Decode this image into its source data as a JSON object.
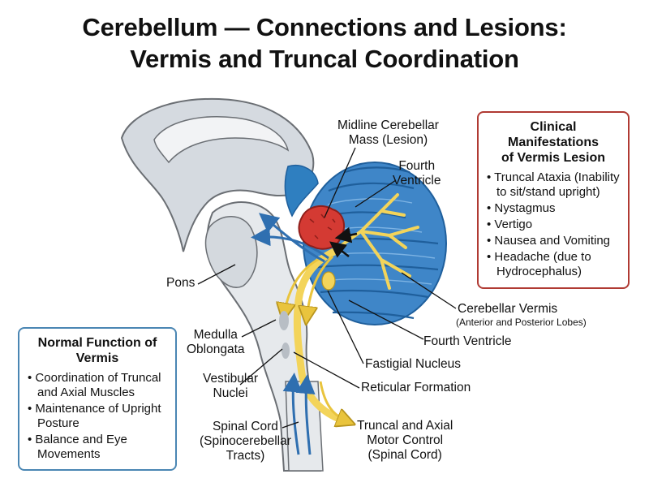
{
  "title": {
    "line1": "Cerebellum — Connections and Lesions:",
    "line2": "Vermis and Truncal Coordination"
  },
  "labels": {
    "midline_mass_1": "Midline Cerebellar",
    "midline_mass_2": "Mass (Lesion)",
    "fourth_ventricle_top_1": "Fourth",
    "fourth_ventricle_top_2": "Ventricle",
    "pons": "Pons",
    "medulla_1": "Medulla",
    "medulla_2": "Oblongata",
    "vestibular_1": "Vestibular",
    "vestibular_2": "Nuclei",
    "spinal_1": "Spinal Cord",
    "spinal_2": "(Spinocerebellar",
    "spinal_3": "Tracts)",
    "vermis": "Cerebellar Vermis",
    "vermis_sub": "(Anterior and Posterior Lobes)",
    "fourth_ventricle_right": "Fourth Ventricle",
    "fastigial": "Fastigial Nucleus",
    "reticular": "Reticular Formation",
    "truncal_1": "Truncal and Axial",
    "truncal_2": "Motor Control",
    "truncal_3": "(Spinal Cord)"
  },
  "clinical_box": {
    "title_1": "Clinical Manifestations",
    "title_2": "of Vermis Lesion",
    "items": [
      "Truncal Ataxia (Inability to sit/stand upright)",
      "Nystagmus",
      "Vertigo",
      "Nausea and Vomiting",
      "Headache (due to Hydrocephalus)"
    ],
    "border_color": "#b03a33"
  },
  "normal_box": {
    "title_1": "Normal Function of",
    "title_2": "Vermis",
    "items": [
      "Coordination of Truncal and Axial Muscles",
      "Maintenance of Upright Posture",
      "Balance and Eye Movements"
    ],
    "border_color": "#4a86b3"
  },
  "colors": {
    "cerebellum": "#3f86c8",
    "cerebellum_dark": "#1f5f9c",
    "ventricle": "#2f7fc0",
    "brainstem": "#e6e9ec",
    "cortex": "#d3d8de",
    "lesion": "#d43a33",
    "pathway_yellow": "#f3d45a",
    "pathway_blue": "#3b7fc2"
  }
}
